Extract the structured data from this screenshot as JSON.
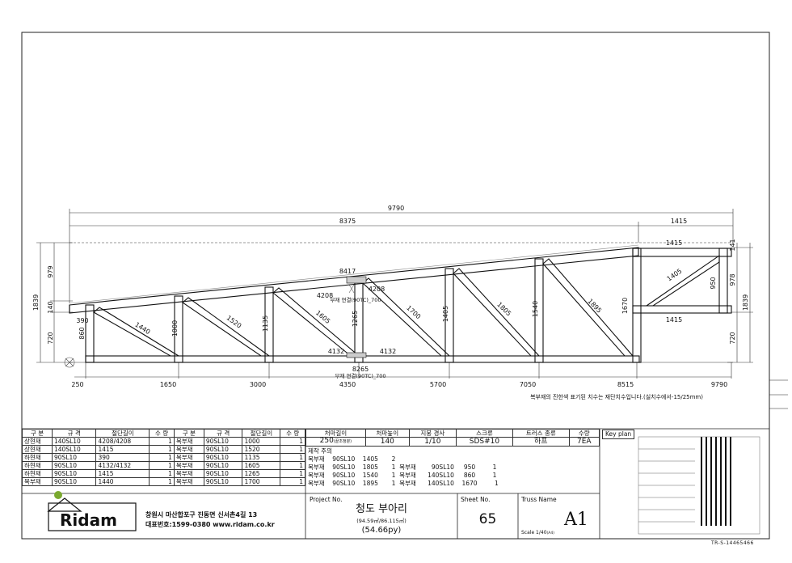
{
  "drawing": {
    "total_dims": {
      "overall": "9790",
      "main": "8375",
      "overhang": "1415"
    },
    "left_heights": {
      "total": "1839",
      "upper": "979",
      "mid": "140",
      "lower": "720"
    },
    "right_heights": {
      "total": "1839",
      "upper": "978",
      "box": "950",
      "top": "141",
      "lower": "720"
    },
    "bottom_dims": [
      "250",
      "1650",
      "3000",
      "4350",
      "5700",
      "7050",
      "8515",
      "9790"
    ],
    "top_chord_label": "8417",
    "splice_top_left": "4208",
    "splice_top_right": "4208",
    "splice_top_note": "부재 연결(90TC)_700",
    "splice_bot_left": "4132",
    "splice_bot_right": "4132",
    "bottom_chord_label": "8265",
    "splice_bot_note": "부재 연결(90TC)_700",
    "box_top": "1415",
    "box_bottom": "1415",
    "box_diag": "1405",
    "left_small": "390",
    "members": [
      "860",
      "1440",
      "1000",
      "1520",
      "1135",
      "1605",
      "1265",
      "1700",
      "1405",
      "1805",
      "1540",
      "1895",
      "1670"
    ],
    "note": "복부재의 진한색 표기된 치수는 재단치수입니다.(실치수에서-15/25mm)"
  },
  "parts_table": {
    "headers": [
      "구 분",
      "규 격",
      "절단길이",
      "수 량",
      "구 분",
      "규 격",
      "절단길이",
      "수 량"
    ],
    "rows": [
      [
        "상현재",
        "140SL10",
        "4208/4208",
        "1",
        "복부재",
        "90SL10",
        "1000",
        "1"
      ],
      [
        "상현재",
        "140SL10",
        "1415",
        "1",
        "복부재",
        "90SL10",
        "1520",
        "1"
      ],
      [
        "하현재",
        "90SL10",
        "390",
        "1",
        "복부재",
        "90SL10",
        "1135",
        "1"
      ],
      [
        "하현재",
        "90SL10",
        "4132/4132",
        "1",
        "복부재",
        "90SL10",
        "1605",
        "1"
      ],
      [
        "하현재",
        "90SL10",
        "1415",
        "1",
        "복부재",
        "90SL10",
        "1265",
        "1"
      ],
      [
        "복부재",
        "90SL10",
        "1440",
        "1",
        "복부재",
        "90SL10",
        "1700",
        "1"
      ]
    ]
  },
  "spec": {
    "headers": [
      "처마길이",
      "처마높이",
      "지붕 경사",
      "스크류",
      "트러스 종류",
      "수량"
    ],
    "values": [
      "250",
      "140",
      "1/10",
      "SDS#10",
      "하프",
      "7EA"
    ],
    "eave_sub": "(끝조정분)",
    "notes_title": "제작 주의",
    "lines": [
      "복부재    90SL10    1405       2",
      "복부재    90SL10    1805       1  복부재        90SL10     950         1",
      "복부재    90SL10    1540       1  복부재      140SL10     860         1",
      "복부재    90SL10    1895       1  복부재      140SL10    1670         1"
    ]
  },
  "keyplan_label": "Key plan",
  "company": {
    "logo": "Ridam",
    "address": "창원시 마산합포구 진동면 신서촌4길 13",
    "contact": "대표번호:1599-0380  www.ridam.co.kr"
  },
  "project": {
    "label": "Project No.",
    "name": "청도 부아리",
    "area": "(94.59㎡/86.115㎡)",
    "py": "(54.66py)"
  },
  "sheet": {
    "label": "Sheet No.",
    "value": "65"
  },
  "truss": {
    "label": "Truss Name",
    "value": "A1",
    "scale": "Scale 1/40",
    "scale_sub": "(A4)"
  },
  "drawing_no": "TR-S-14465466"
}
